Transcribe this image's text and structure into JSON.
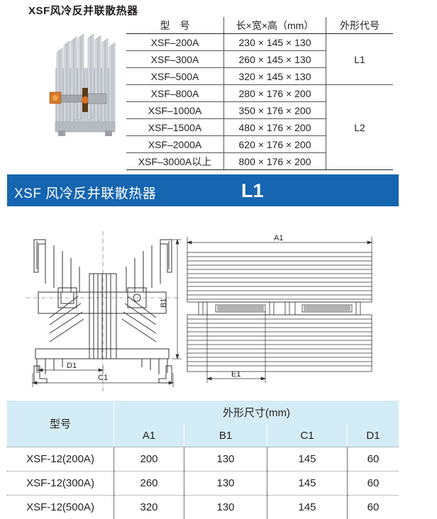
{
  "top_section": {
    "title": "XSF风冷反并联散热器",
    "headers": [
      "型　号",
      "长×宽×高（mm）",
      "外形代号"
    ],
    "rows": [
      {
        "model": "XSF–200A",
        "size": "230 × 145 × 130"
      },
      {
        "model": "XSF–300A",
        "size": "260 × 145 × 130"
      },
      {
        "model": "XSF–500A",
        "size": "320 × 145 × 130"
      },
      {
        "model": "XSF–800A",
        "size": "280 × 176 × 200"
      },
      {
        "model": "XSF–1000A",
        "size": "350 × 176 × 200"
      },
      {
        "model": "XSF–1500A",
        "size": "480 × 176 × 200"
      },
      {
        "model": "XSF–2000A",
        "size": "620 × 176 × 200"
      },
      {
        "model": "XSF–3000A以上",
        "size": "800 × 176 × 200"
      }
    ],
    "shape_codes": [
      "L1",
      "L2"
    ]
  },
  "banner": {
    "title": "XSF 风冷反并联散热器",
    "code": "L1",
    "color": "#1565b0"
  },
  "drawing_labels": {
    "a1": "A1",
    "b1": "B1",
    "c1": "C1",
    "d1": "D1",
    "e1": "E1"
  },
  "dimension_table": {
    "model_header": "型号",
    "group_header": "外形尺寸(mm)",
    "columns": [
      "A1",
      "B1",
      "C1",
      "D1"
    ],
    "rows": [
      {
        "model": "XSF-12(200A)",
        "a1": "200",
        "b1": "130",
        "c1": "145",
        "d1": "60"
      },
      {
        "model": "XSF-12(300A)",
        "a1": "260",
        "b1": "130",
        "c1": "145",
        "d1": "60"
      },
      {
        "model": "XSF-12(500A)",
        "a1": "320",
        "b1": "130",
        "c1": "145",
        "d1": "60"
      }
    ],
    "header_color": "#d4ecf6"
  }
}
